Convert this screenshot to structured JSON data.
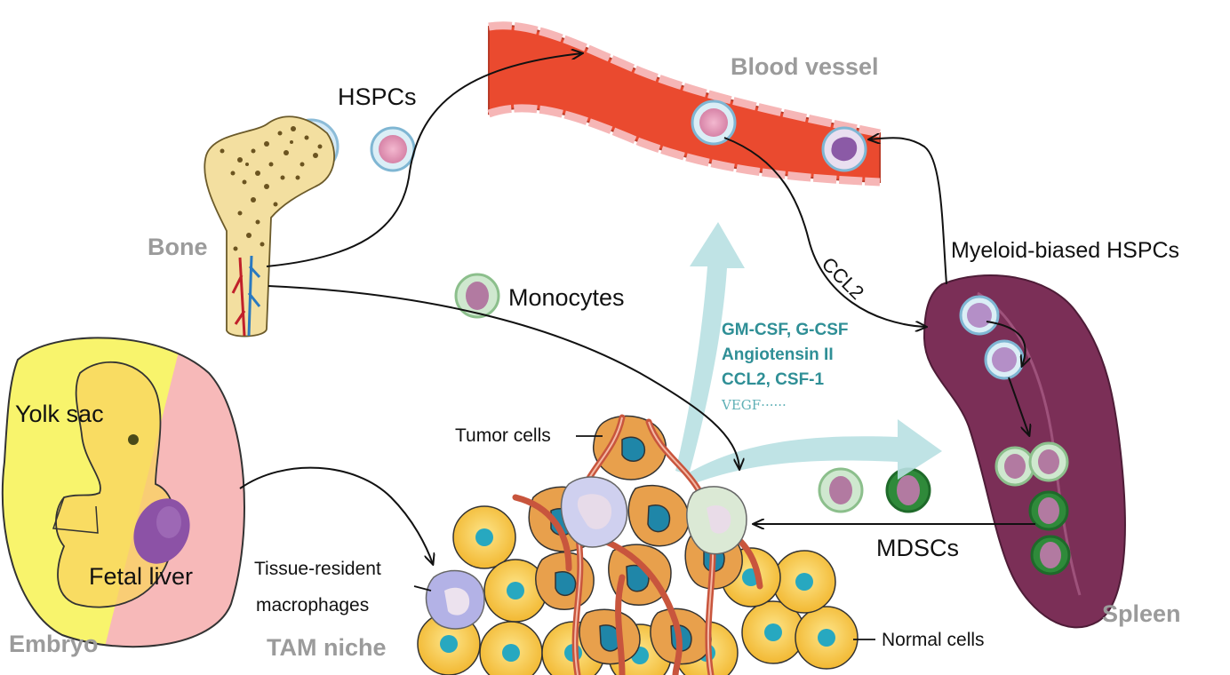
{
  "labels": {
    "hspcs": "HSPCs",
    "blood_vessel": "Blood vessel",
    "bone": "Bone",
    "myeloid_biased": "Myeloid-biased HSPCs",
    "ccl2": "CCL2",
    "monocytes": "Monocytes",
    "yolk_sac": "Yolk sac",
    "fetal_liver": "Fetal liver",
    "embryo": "Embryo",
    "tumor_cells": "Tumor cells",
    "tissue_resident_1": "Tissue-resident",
    "tissue_resident_2": "macrophages",
    "tam_niche": "TAM niche",
    "normal_cells": "Normal cells",
    "mdscs": "MDSCs",
    "spleen": "Spleen"
  },
  "factors": [
    "GM-CSF, G-CSF",
    "Angiotensin II",
    "CCL2, CSF-1"
  ],
  "factor_more": "VEGF······",
  "colors": {
    "vessel": "#ea4a2f",
    "bone": "#f3dfa0",
    "spleen": "#7b2f57",
    "tumor": "#e8a04c",
    "normal_cell": "#f5c33b",
    "nucleus": "#27a8c0",
    "teal_arrow": "#b8e0e2",
    "grey_label": "#9b9b9b",
    "yolk": "#f9f56a",
    "embryo_pink": "#f6b8b8"
  }
}
